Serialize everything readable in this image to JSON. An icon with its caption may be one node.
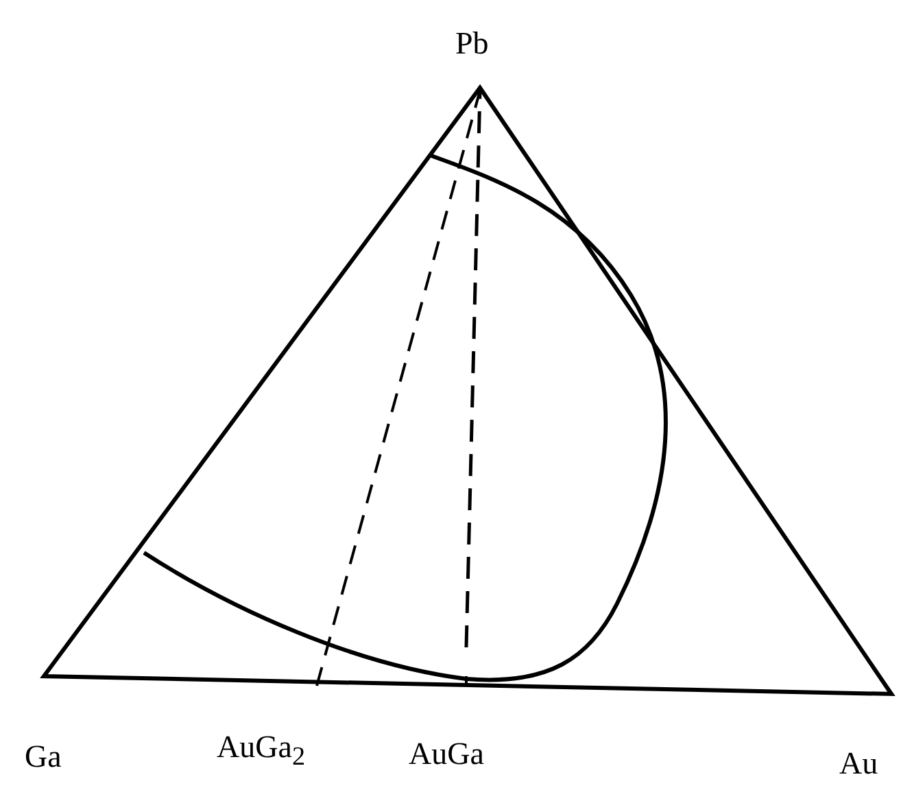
{
  "diagram": {
    "labels": [
      "Pb",
      "Ga",
      "AuGa$_{2}$",
      "AuGa",
      "Au"
    ]
  }
}
